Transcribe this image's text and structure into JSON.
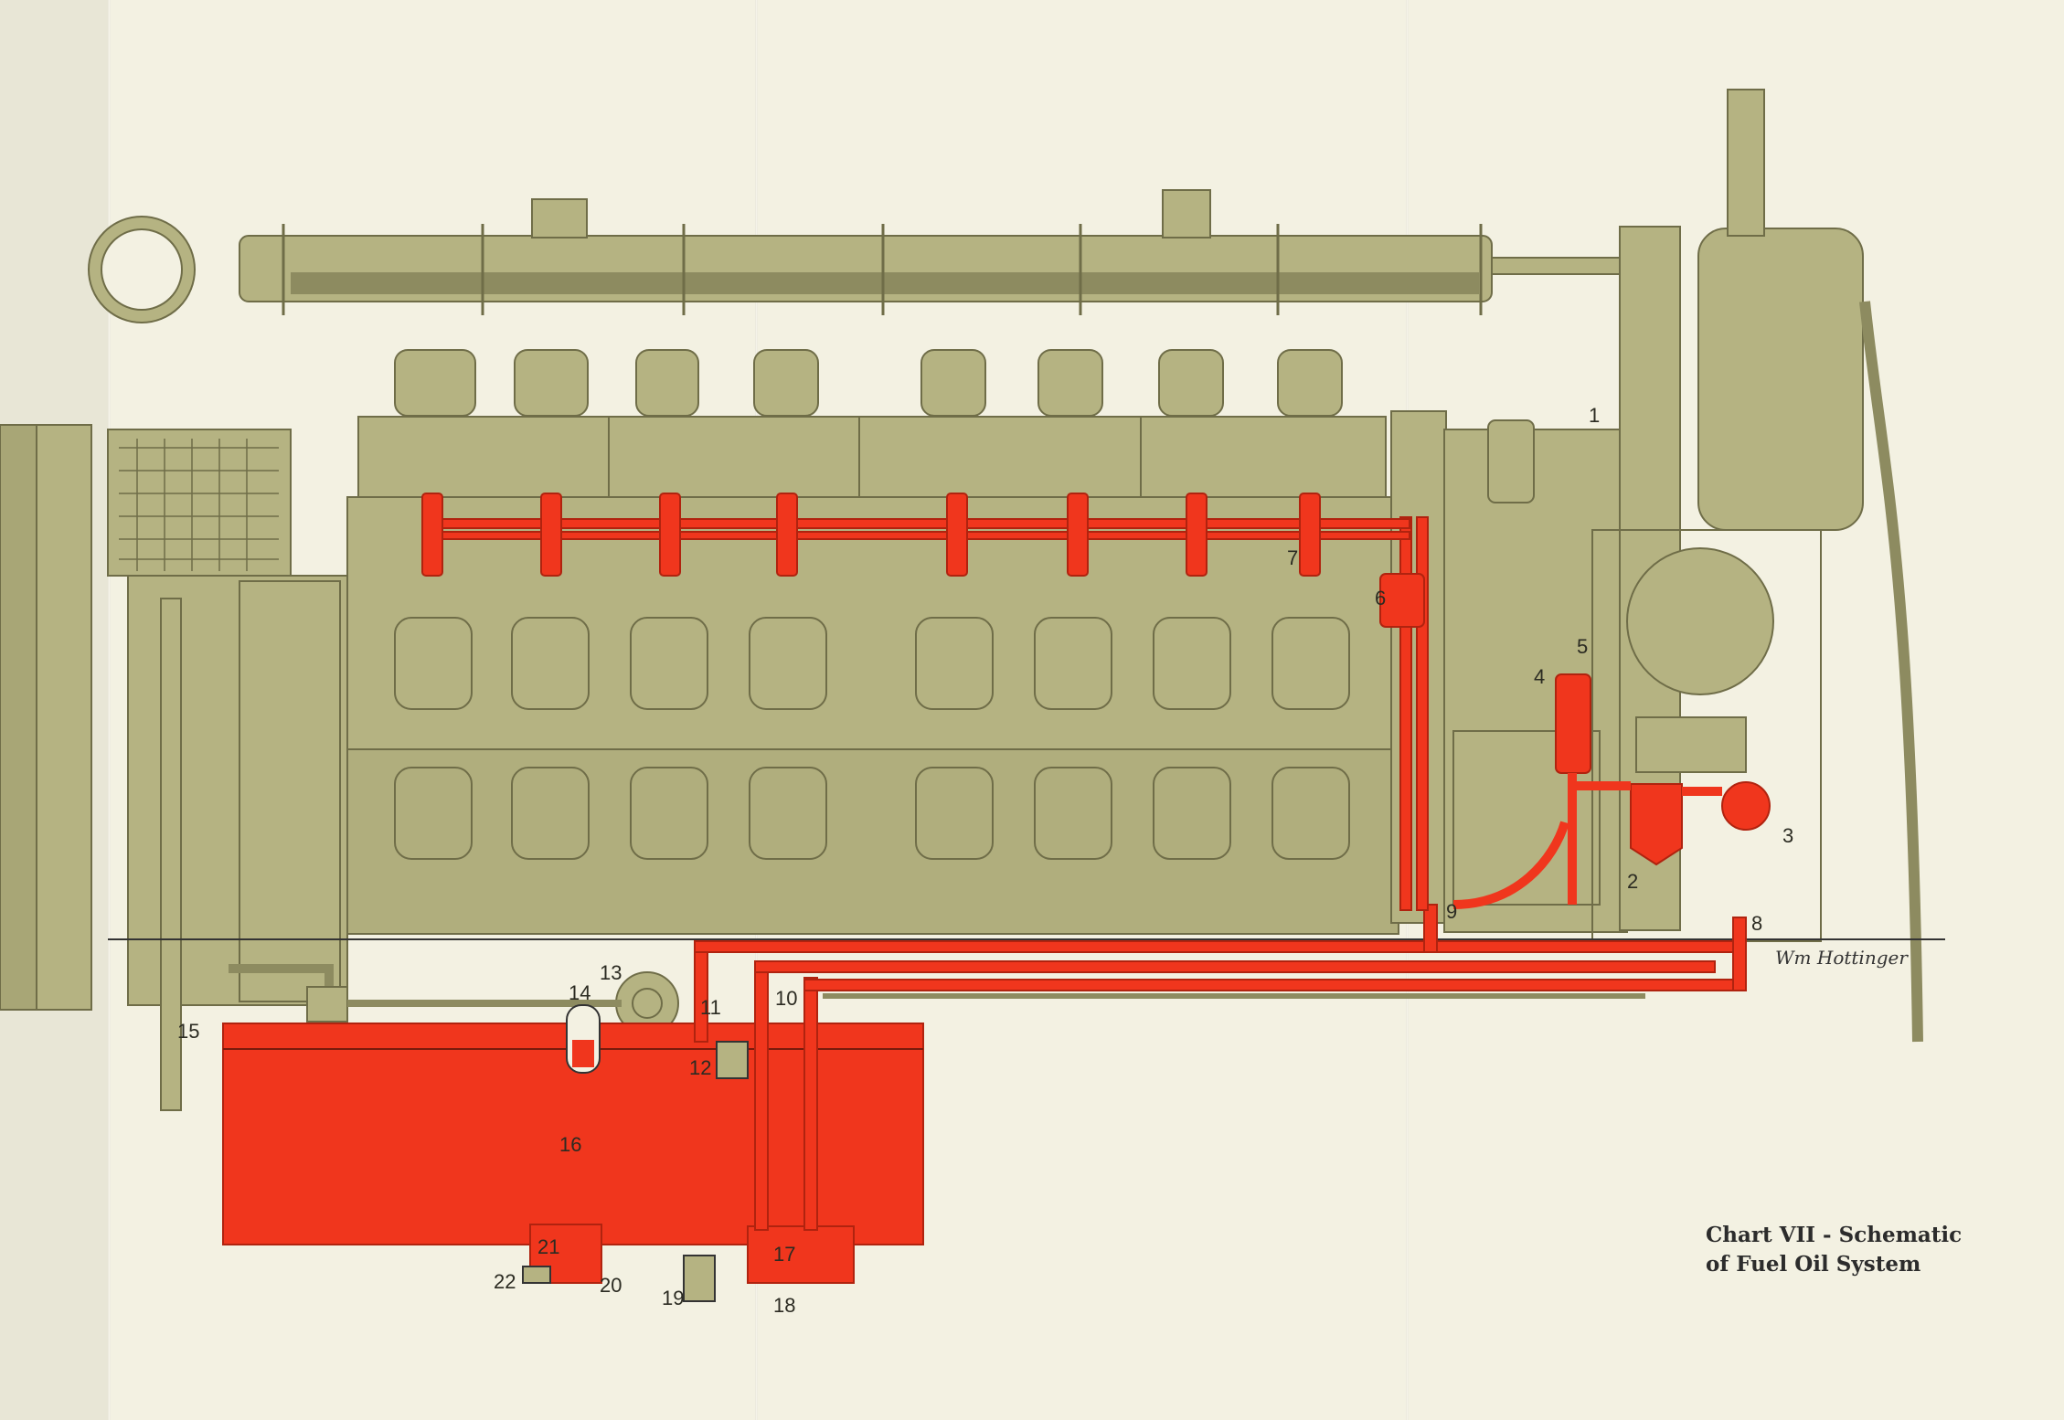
{
  "caption": {
    "line1": "Chart VII - Schematic",
    "line2": "of Fuel Oil System"
  },
  "signature": "Wm Hottinger",
  "colors": {
    "engine": "#b5b382",
    "engine_dark": "#9f9d6c",
    "fuel": "#f0361d",
    "outline": "#6f6d48",
    "paper": "#f3f1e2"
  },
  "callouts": [
    {
      "id": "1",
      "label": "1"
    },
    {
      "id": "2",
      "label": "2"
    },
    {
      "id": "3",
      "label": "3"
    },
    {
      "id": "4",
      "label": "4"
    },
    {
      "id": "5",
      "label": "5"
    },
    {
      "id": "6",
      "label": "6"
    },
    {
      "id": "7",
      "label": "7"
    },
    {
      "id": "8",
      "label": "8"
    },
    {
      "id": "9",
      "label": "9"
    },
    {
      "id": "10",
      "label": "10"
    },
    {
      "id": "11",
      "label": "11"
    },
    {
      "id": "12",
      "label": "12"
    },
    {
      "id": "13",
      "label": "13"
    },
    {
      "id": "14",
      "label": "14"
    },
    {
      "id": "15",
      "label": "15"
    },
    {
      "id": "16",
      "label": "16"
    },
    {
      "id": "17",
      "label": "17"
    },
    {
      "id": "18",
      "label": "18"
    },
    {
      "id": "19",
      "label": "19"
    },
    {
      "id": "20",
      "label": "20"
    },
    {
      "id": "21",
      "label": "21"
    },
    {
      "id": "22",
      "label": "22"
    }
  ]
}
